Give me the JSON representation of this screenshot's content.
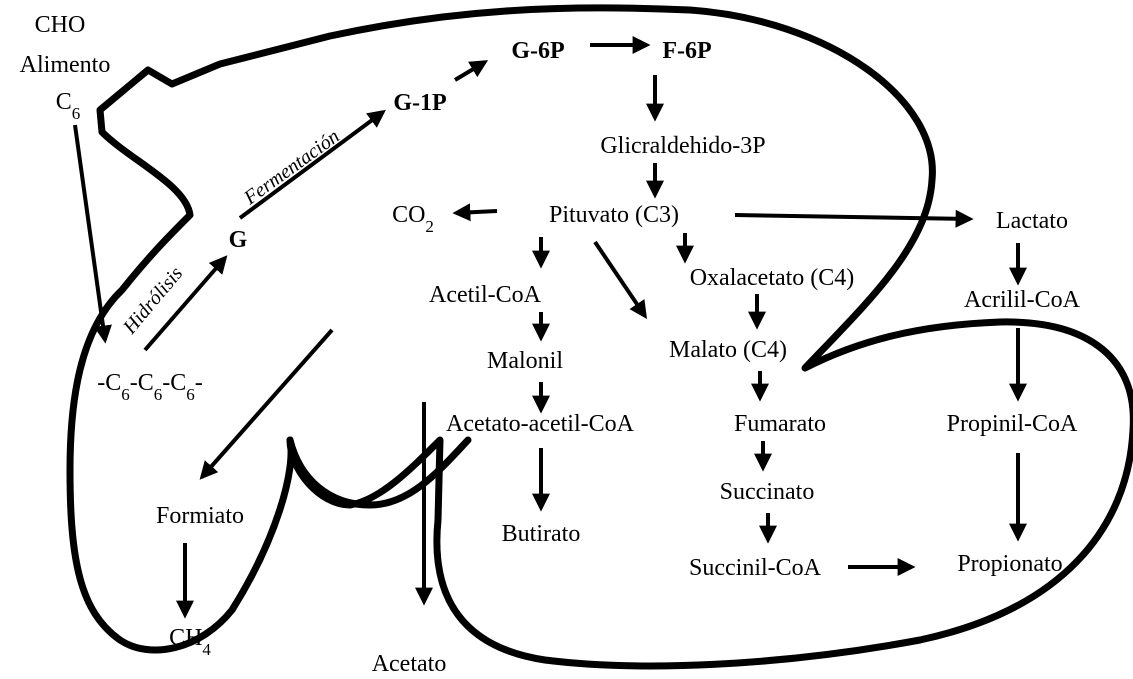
{
  "labels": {
    "cho": "CHO",
    "alimento": "Alimento",
    "c6_base": "C",
    "c6_sub": "6",
    "g6p": "G-6P",
    "f6p": "F-6P",
    "g1p": "G-1P",
    "fermentacion": "Fermentación",
    "glicraldehido": "Glicraldehido-3P",
    "co2_base": "CO",
    "co2_sub": "2",
    "pituvato": "Pituvato (C3)",
    "lactato": "Lactato",
    "g": "G",
    "hidrolisis": "Hidrólisis",
    "oxalacetato": "Oxalacetato (C4)",
    "acetil_coa": "Acetil-CoA",
    "acrilil_coa": "Acrilil-CoA",
    "polymer_1": "-C",
    "polymer_sub": "6",
    "polymer_2": "-C",
    "polymer_3": "-C",
    "polymer_end": "-",
    "malonil": "Malonil",
    "malato": "Malato (C4)",
    "acetato_acetil_coa": "Acetato-acetil-CoA",
    "fumarato": "Fumarato",
    "propinil_coa": "Propinil-CoA",
    "formiato": "Formiato",
    "succinato": "Succinato",
    "butirato": "Butirato",
    "succinil_coa": "Succinil-CoA",
    "propionato": "Propionato",
    "ch4_base": "CH",
    "ch4_sub": "4",
    "acetato": "Acetato"
  }
}
